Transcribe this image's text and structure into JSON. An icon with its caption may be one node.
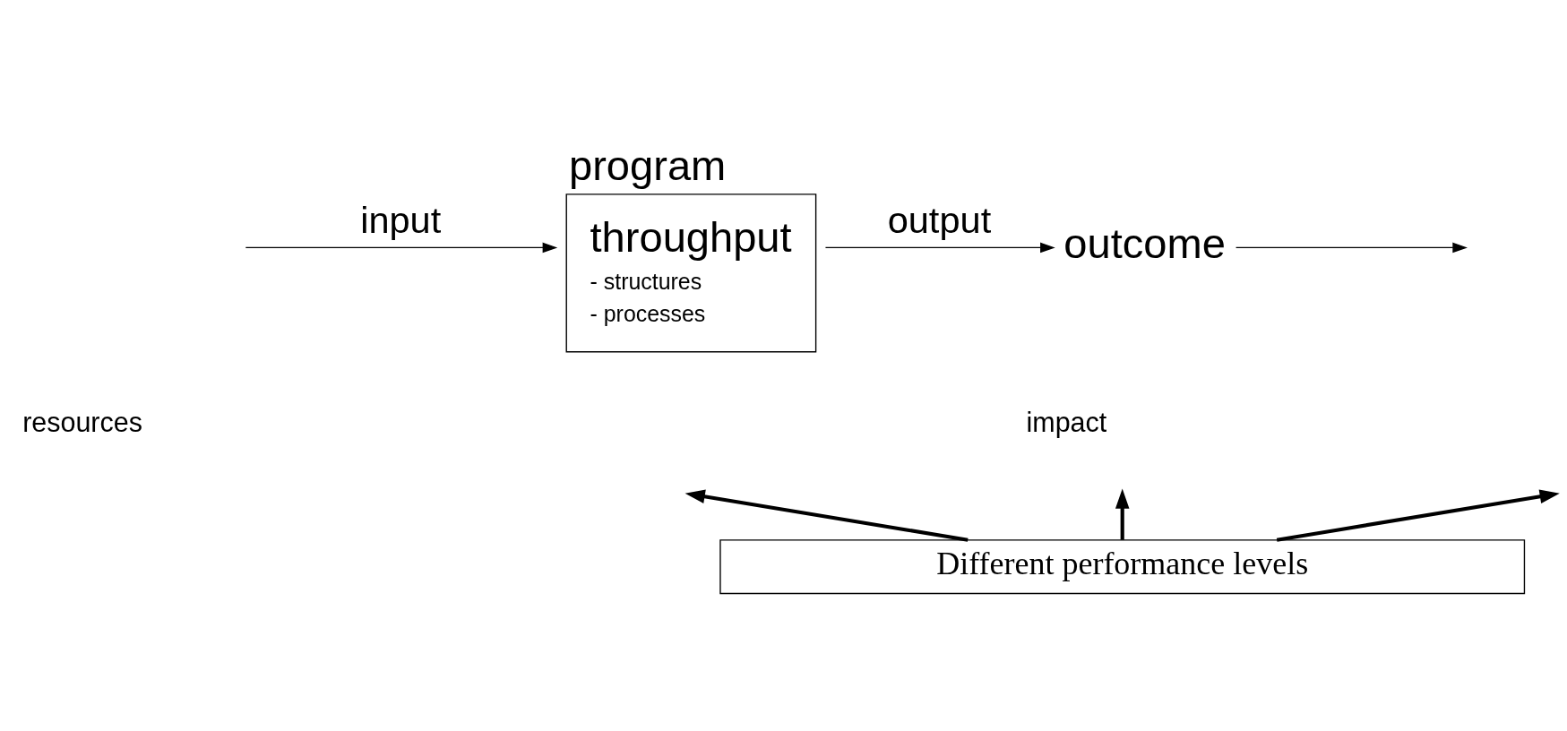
{
  "diagram": {
    "nodes": [
      {
        "text": [
          "program",
          "throughput",
          "- structures",
          "- processes"
        ]
      },
      {
        "text": [
          "outcome"
        ]
      },
      {
        "text": [
          "Different performance levels"
        ]
      }
    ],
    "edges": [
      {
        "from": null,
        "to": 0,
        "arrow": "to",
        "label": "input"
      },
      {
        "from": 0,
        "to": 1,
        "arrow": "to",
        "label": "output"
      },
      {
        "from": 1,
        "to": null,
        "arrow": "to"
      },
      {
        "from": 2,
        "to": null,
        "arrow": "to",
        "style": "thick"
      },
      {
        "from": 2,
        "to": null,
        "arrow": "to",
        "style": "thick"
      },
      {
        "from": 2,
        "to": null,
        "arrow": "to",
        "style": "thick"
      }
    ],
    "labels": [
      "resources",
      "impact"
    ]
  }
}
